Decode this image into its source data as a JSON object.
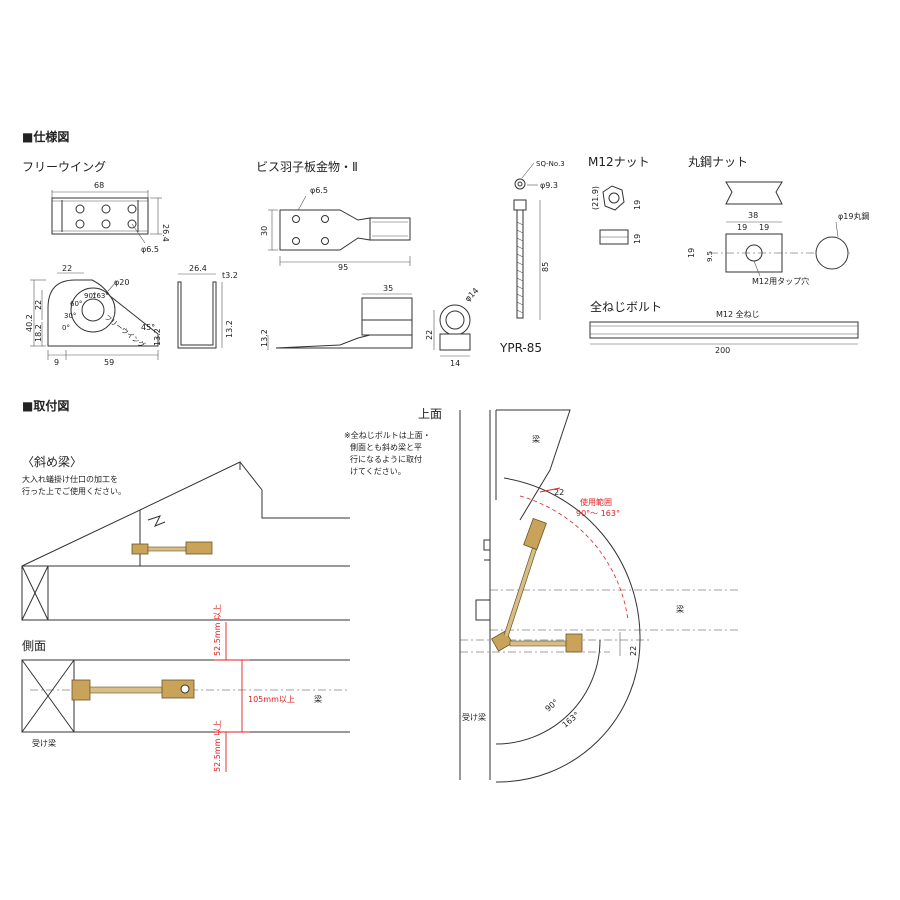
{
  "sections": {
    "spec": "■仕様図",
    "install": "■取付図"
  },
  "parts": {
    "free_wing": {
      "title": "フリーウイング",
      "dims": {
        "width": "68",
        "height": "26.4",
        "hole": "φ6.5",
        "top": "22",
        "ring": "φ20",
        "h1": "40.2",
        "h2": "22",
        "h3": "18.2",
        "b1": "9",
        "b2": "59",
        "angle": "45°",
        "d1": "13.2",
        "scale": [
          "90°",
          "60°",
          "30°",
          "0°",
          "163°"
        ],
        "label": "フリーウイング"
      }
    },
    "channel": {
      "dims": {
        "w": "26.4",
        "t": "t3.2",
        "h": "13.2"
      }
    },
    "plate": {
      "title": "ビス羽子板金物・Ⅱ",
      "dims": {
        "hole": "φ6.5",
        "h": "30",
        "len": "95",
        "top": "35",
        "side": "13.2",
        "ring": "φ14",
        "d22": "22",
        "d14": "14"
      }
    },
    "screw": {
      "washer": "SQ-No.3",
      "head": "φ9.3",
      "len": "85",
      "name": "YPR-85"
    },
    "m12_nut": {
      "title": "M12ナット",
      "d1": "(21.9)",
      "d2": "19",
      "d3": "19"
    },
    "round_nut": {
      "title": "丸鋼ナット",
      "d38": "38",
      "d19a": "19",
      "d19b": "19",
      "d19": "19",
      "d95": "9.5",
      "phi": "φ19丸鋼",
      "tap": "M12用タップ穴"
    },
    "bolt": {
      "title": "全ねじボルト",
      "label": "M12 全ねじ",
      "len": "200"
    }
  },
  "install": {
    "diag_title": "〈斜め梁〉",
    "diag_note": [
      "大入れ蟻掛け仕口の加工を",
      "行った上でご使用ください。"
    ],
    "side_title": "側面",
    "side_beam": "梁",
    "side_receive": "受け梁",
    "side_dims": {
      "top": "52.5mm 以上",
      "mid": "105mm以上",
      "bot": "52.5mm 以上"
    },
    "top_title": "上面",
    "top_note": [
      "※全ねじボルトは上面・",
      "側面とも斜め梁と平",
      "行になるように取付",
      "けてください。"
    ],
    "top_beam": "梁",
    "top_beam2": "梁",
    "top_receive": "受け梁",
    "top_range_title": "使用範囲",
    "top_range": "90°～ 163°",
    "top_d22a": "22",
    "top_d22b": "22",
    "top_a90": "90°",
    "top_a163": "163°"
  }
}
